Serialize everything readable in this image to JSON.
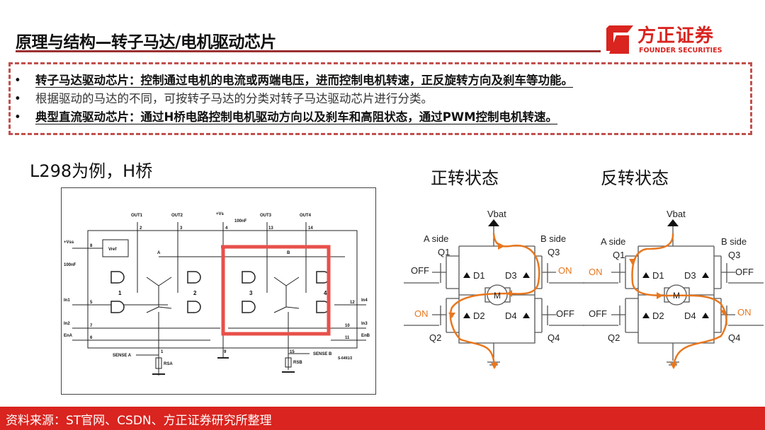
{
  "header": {
    "title": "原理与结构—转子马达/电机驱动芯片",
    "logo_cn": "方正证券",
    "logo_en": "FOUNDER SECURITIES"
  },
  "bullets": [
    {
      "mark": "•",
      "text": "转子马达驱动芯片：控制通过电机的电流或两端电压，进而控制电机转速，正反旋转方向及刹车等功能。"
    },
    {
      "mark": "•",
      "text": "根据驱动的马达的不同，可按转子马达的分类对转子马达驱动芯片进行分类。"
    },
    {
      "mark": "•",
      "text": "典型直流驱动芯片：通过H桥电路控制电机驱动方向以及刹车和高阻状态，通过PWM控制电机转速。"
    }
  ],
  "left_caption": "L298为例，H桥",
  "schematic": {
    "pins_top": [
      "OUT1",
      "OUT2",
      "+Vs",
      "OUT3",
      "OUT4"
    ],
    "pin_nums": [
      "2",
      "3",
      "4",
      "13",
      "14",
      "9",
      "5",
      "7",
      "6",
      "1",
      "8",
      "15",
      "12",
      "10",
      "11"
    ],
    "vss": "+Vss",
    "vref": "Vref",
    "cap": "100nF",
    "cap2": "100nF",
    "inputs": [
      "In1",
      "In2",
      "EnA",
      "In4",
      "In3",
      "EnB"
    ],
    "blocks": [
      "1",
      "2",
      "3",
      "4"
    ],
    "nodeA": "A",
    "nodeB": "B",
    "sense_a": "SENSE A",
    "sense_b": "SENSE B",
    "rsa": "RSA",
    "rsb": "RSB",
    "code": "S-6491/2"
  },
  "forward": {
    "title": "正转状态",
    "vbat": "Vbat",
    "a_side": "A side",
    "b_side": "B side",
    "q1": "Q1",
    "q2": "Q2",
    "q3": "Q3",
    "q4": "Q4",
    "d1": "D1",
    "d2": "D2",
    "d3": "D3",
    "d4": "D4",
    "motor": "M",
    "q1_state": "OFF",
    "q2_state": "ON",
    "q3_state": "ON",
    "q4_state": "OFF"
  },
  "reverse": {
    "title": "反转状态",
    "vbat": "Vbat",
    "a_side": "A side",
    "b_side": "B side",
    "q1": "Q1",
    "q2": "Q2",
    "q3": "Q3",
    "q4": "Q4",
    "d1": "D1",
    "d2": "D2",
    "d3": "D3",
    "d4": "D4",
    "motor": "M",
    "q1_state": "ON",
    "q2_state": "OFF",
    "q3_state": "OFF",
    "q4_state": "ON"
  },
  "colors": {
    "brand": "#d9241f",
    "current_path": "#e8771e",
    "highlight": "#e8504a"
  },
  "footer": {
    "source": "资料来源：ST官网、CSDN、方正证券研究所整理"
  }
}
